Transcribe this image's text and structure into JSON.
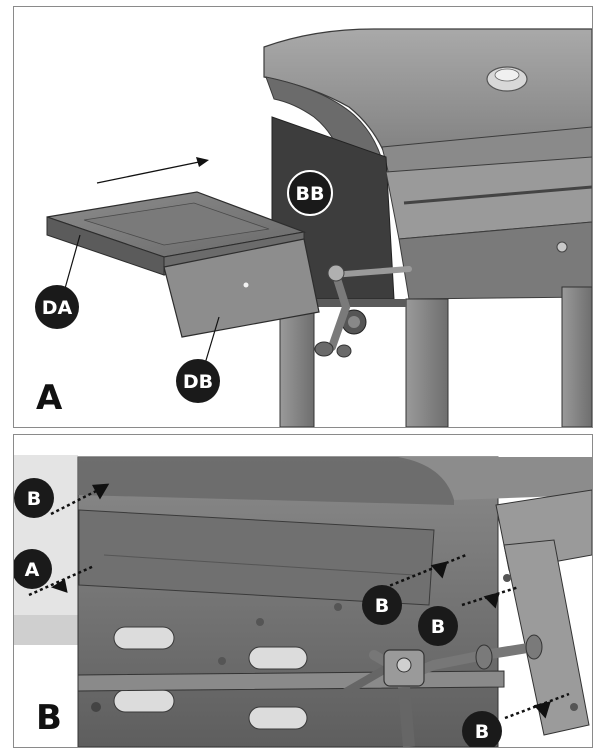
{
  "panel_a": {
    "letter": "A",
    "callouts": {
      "bb": "BB",
      "da": "DA",
      "db": "DB"
    }
  },
  "panel_b": {
    "letter": "B",
    "callouts": {
      "b1": "B",
      "a": "A",
      "b2": "B",
      "b3": "B",
      "b4": "B"
    }
  },
  "colors": {
    "metal_dark": "#6d6d6d",
    "metal_mid": "#8f8f8f",
    "metal_light": "#b5b5b5",
    "callout_fill": "#1a1a1a",
    "callout_text": "#ffffff"
  },
  "icons": [
    "arrow-direction-icon",
    "screw-arrow-icon"
  ]
}
